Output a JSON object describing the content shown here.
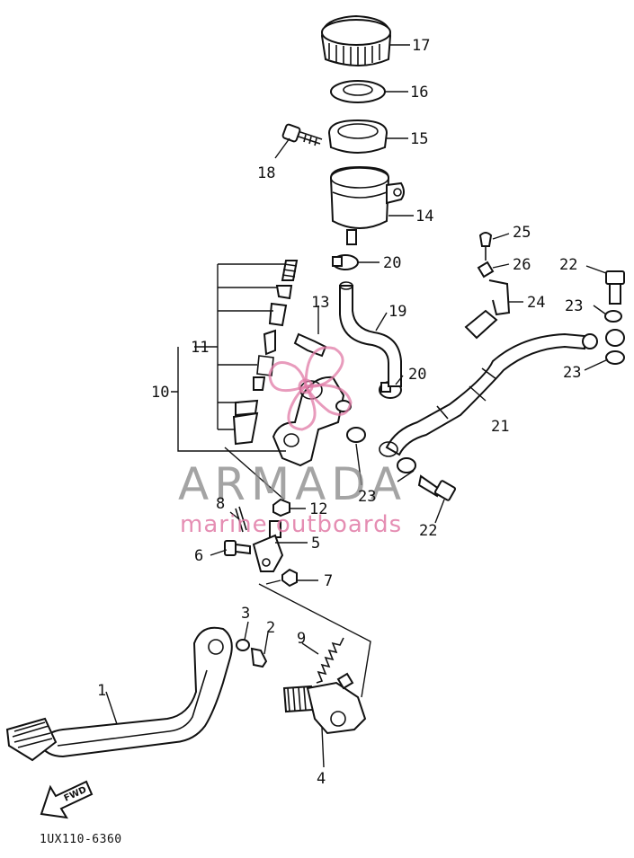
{
  "diagram": {
    "drawing_code": "1UX110-6360",
    "fwd_arrow_label": "FWD",
    "callouts": {
      "c1": "1",
      "c2": "2",
      "c3": "3",
      "c4": "4",
      "c5": "5",
      "c6": "6",
      "c7": "7",
      "c8": "8",
      "c9": "9",
      "c10": "10",
      "c11": "11",
      "c12": "12",
      "c13": "13",
      "c14": "14",
      "c15": "15",
      "c16": "16",
      "c17": "17",
      "c18": "18",
      "c19": "19",
      "c20a": "20",
      "c20b": "20",
      "c21": "21",
      "c22a": "22",
      "c22b": "22",
      "c23a": "23",
      "c23b": "23",
      "c23c": "23",
      "c24": "24",
      "c25": "25",
      "c26": "26"
    }
  },
  "watermark": {
    "brand": "ARMADA",
    "tagline": "marine outboards",
    "logo_color": "#e07aa6",
    "text_color": "#8a8a8a"
  }
}
